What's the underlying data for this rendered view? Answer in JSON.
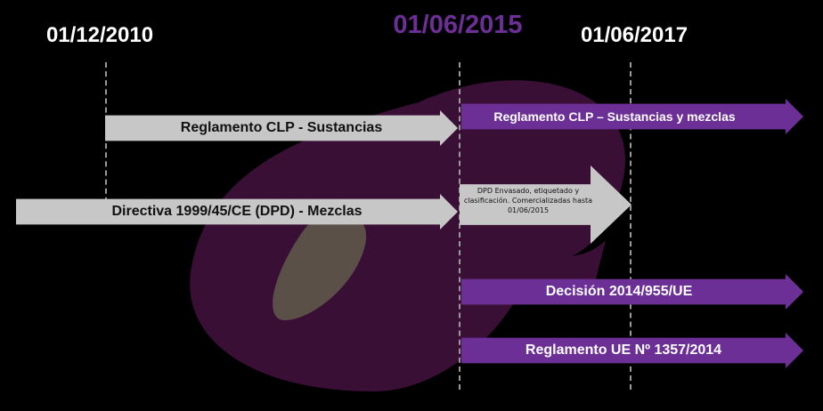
{
  "timeline": {
    "dates": [
      {
        "id": "date-2010",
        "label": "01/12/2010",
        "color": "#ffffff"
      },
      {
        "id": "date-2015",
        "label": "01/06/2015",
        "color": "#6c2f96"
      },
      {
        "id": "date-2017",
        "label": "01/06/2017",
        "color": "#ffffff"
      }
    ]
  },
  "arrows": {
    "clp_sustancias": "Reglamento CLP - Sustancias",
    "clp_sustancias_mezclas": "Reglamento CLP – Sustancias y mezclas",
    "directiva_dpd": "Directiva 1999/45/CE (DPD) - Mezclas",
    "dpd_envasado_note": "DPD Envasado, etiquetado y clasificación. Comercializadas hasta 01/06/2015",
    "decision": "Decisión 2014/955/UE",
    "reglamento_ue": "Reglamento UE Nº 1357/2014"
  },
  "colors": {
    "gray_arrow": "#c7c7c7",
    "purple_arrow": "#6c2f96",
    "logo": "#3a0f36",
    "logo_accent": "#5a5048"
  },
  "icons": {
    "background_logo": "alpha-e-logo-icon"
  }
}
